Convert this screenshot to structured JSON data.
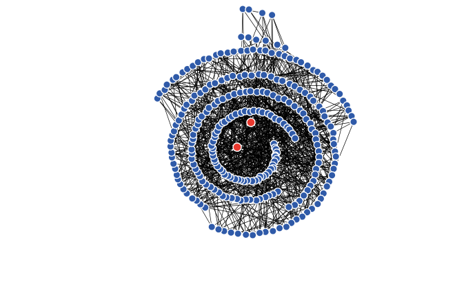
{
  "graph": {
    "layout": "spiral",
    "colors": {
      "background": "#ffffff",
      "node_fill": "#2f5aa8",
      "node_stroke": "#ffffff",
      "highlight_fill": "#e8392f",
      "edge": "#000000"
    },
    "counts": {
      "blue_nodes": 260,
      "highlighted_nodes": 2
    }
  }
}
